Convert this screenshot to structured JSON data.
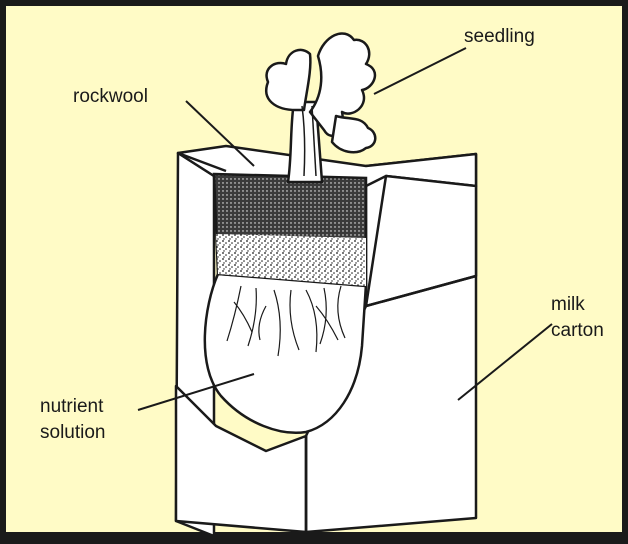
{
  "labels": {
    "seedling": "seedling",
    "rockwool": "rockwool",
    "milk_carton": [
      "milk",
      "carton"
    ],
    "nutrient_solution": [
      "nutrient",
      "solution"
    ]
  },
  "colors": {
    "background": "#fffbc6",
    "border": "#1a1a1a",
    "line": "#1a1a1a",
    "carton_face": "#ffffff"
  }
}
